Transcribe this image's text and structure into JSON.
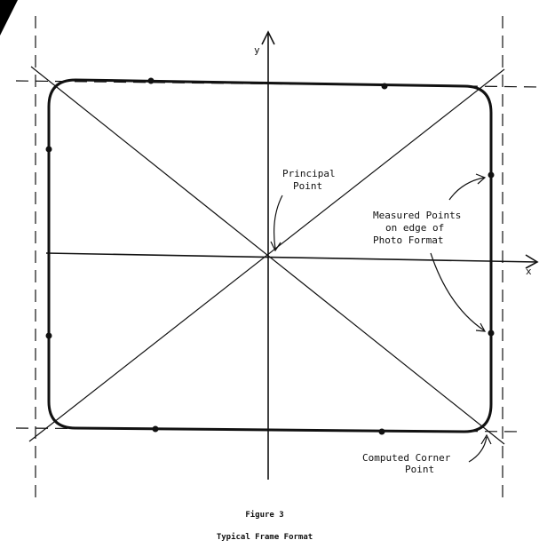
{
  "axes": {
    "y_label": "y",
    "x_label": "x"
  },
  "labels": {
    "principal_point": [
      "Principal",
      "Point"
    ],
    "measured_points": [
      "Measured Points",
      "on edge of",
      "Photo Format"
    ],
    "computed_corner": [
      "Computed Corner",
      "Point"
    ]
  },
  "caption": {
    "figure": "Figure 3",
    "title": "Typical Frame Format"
  }
}
